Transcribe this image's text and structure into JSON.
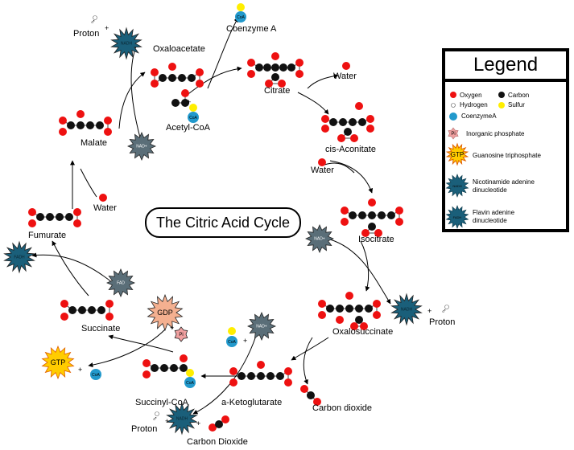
{
  "title": "The Citric Acid Cycle",
  "colors": {
    "oxygen": "#ee1111",
    "carbon": "#111111",
    "sulfur": "#ffee00",
    "coa": "#2299cc",
    "nadh": "#1a5f7a",
    "gdp": "#f4b090",
    "gtp": "#ffcc00",
    "pi": "#f0a0a0"
  },
  "compounds": {
    "oxaloacetate": "Oxaloacetate",
    "citrate": "Citrate",
    "cis_aconitate": "cis-Aconitate",
    "isocitrate": "Isocitrate",
    "oxalosuccinate": "Oxalosuccinate",
    "ketoglutarate": "a-Ketoglutarate",
    "succinyl_coa": "Succinyl-CoA",
    "succinate": "Succinate",
    "fumurate": "Fumurate",
    "malate": "Malate",
    "acetyl_coa": "Acetyl-CoA",
    "coenzyme_a": "Coenzyme A",
    "water1": "Water",
    "water2": "Water",
    "water3": "Water",
    "proton1": "Proton",
    "proton2": "Proton",
    "proton3": "Proton",
    "carbon_dioxide1": "Carbon dioxide",
    "carbon_dioxide2": "Carbon Dioxide"
  },
  "symbols": {
    "plus": "+",
    "nadh": "NADH",
    "nad": "NAD+",
    "fad": "FAD",
    "fadh": "FADH",
    "coa": "CoA",
    "gdp": "GDP",
    "gtp": "GTP",
    "pi": "Pi",
    "minus": "-",
    "proton_sign": "♂"
  },
  "legend": {
    "header": "Legend",
    "oxygen": "Oxygen",
    "carbon": "Carbon",
    "hydrogen": "Hydrogen",
    "sulfur": "Sulfur",
    "coenzyme": "CoenzymeA",
    "phosphate": "Inorganic phosphate",
    "gtp": "Guanosine triphosphate",
    "nadh_1": "Nicotinamide adenine",
    "nadh_2": "dinucleotide",
    "fad_1": "Flavin adenine",
    "fad_2": "dinucleotide"
  }
}
